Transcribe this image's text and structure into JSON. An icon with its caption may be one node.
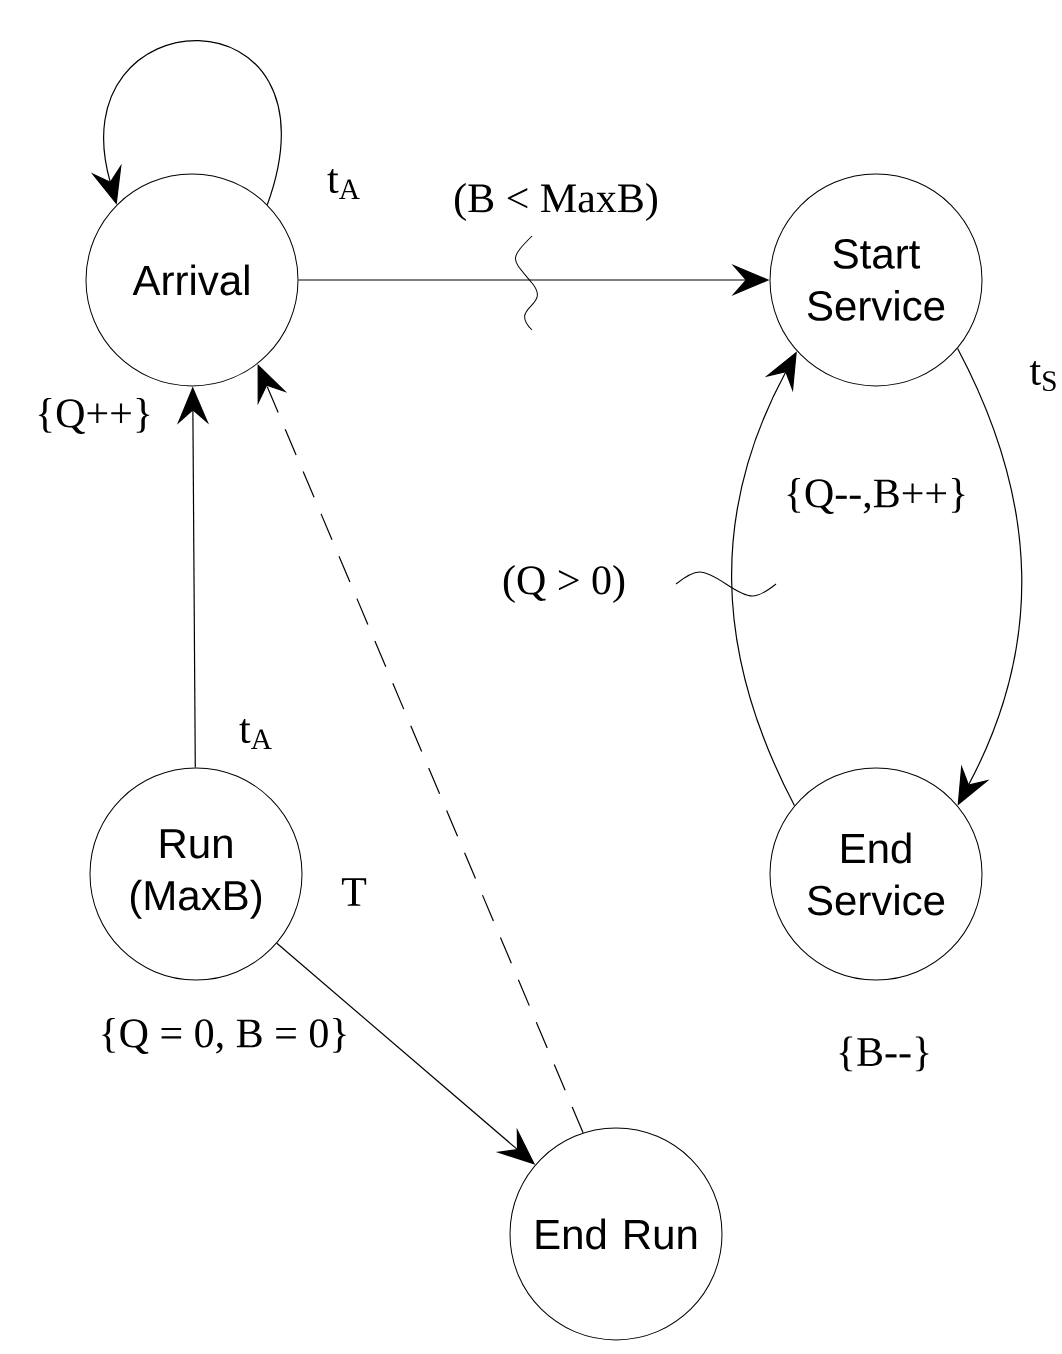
{
  "diagram": {
    "nodes": [
      {
        "text": [
          "Arrival"
        ],
        "beside": [
          "{Q++}"
        ]
      },
      {
        "text": [
          "Start Service"
        ],
        "beside": [
          "{Q--,B++}"
        ]
      },
      {
        "text": [
          "Run (MaxB)"
        ],
        "beside": [
          "{Q = 0, B = 0}"
        ]
      },
      {
        "text": [
          "End Service"
        ],
        "beside": [
          "{B--}"
        ]
      },
      {
        "text": [
          "End Run"
        ]
      }
    ],
    "edges": [
      {
        "from": 0,
        "to": 0,
        "arrow": "to",
        "label": "t$_{A}$"
      },
      {
        "from": 0,
        "to": 1,
        "arrow": "to",
        "label": "(B < MaxB)"
      },
      {
        "from": 1,
        "to": 3,
        "arrow": "to",
        "label": "t$_{S}$"
      },
      {
        "from": 3,
        "to": 1,
        "arrow": "to",
        "label": "(Q > 0)"
      },
      {
        "from": 2,
        "to": 0,
        "arrow": "to",
        "label": "t$_{A}$"
      },
      {
        "from": 2,
        "to": 4,
        "arrow": "to",
        "label": "T"
      },
      {
        "from": 4,
        "to": 0,
        "arrow": "to",
        "style": "dashed"
      }
    ]
  }
}
